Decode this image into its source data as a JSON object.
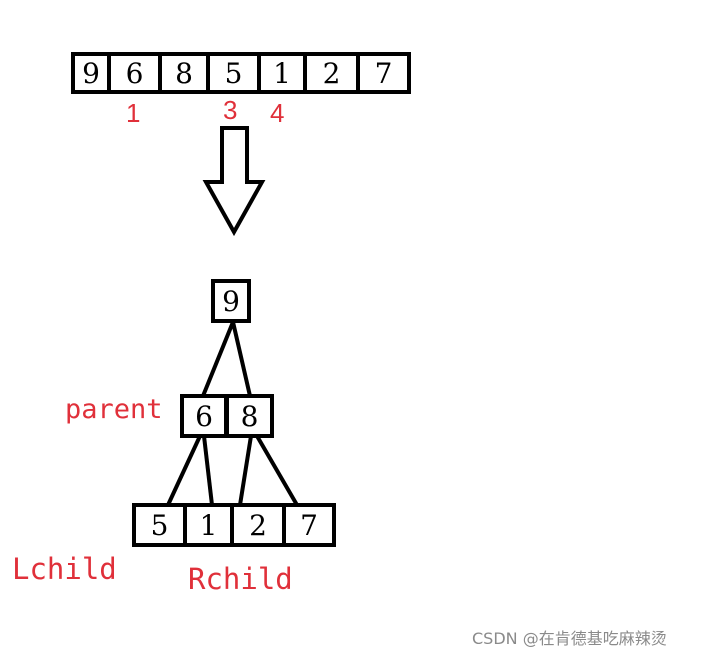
{
  "array": [
    "9",
    "6",
    "8",
    "5",
    "1",
    "2",
    "7"
  ],
  "indices": [
    "1",
    "3",
    "4"
  ],
  "tree": {
    "root": "9",
    "parents": [
      "6",
      "8"
    ],
    "children": [
      "5",
      "1",
      "2",
      "7"
    ]
  },
  "labels": {
    "parent": "parent",
    "lchild": "Lchild",
    "rchild": "Rchild"
  },
  "watermark": "CSDN @在肯德基吃麻辣烫",
  "colors": {
    "annotation": "#e0303a",
    "stroke": "#000000"
  }
}
